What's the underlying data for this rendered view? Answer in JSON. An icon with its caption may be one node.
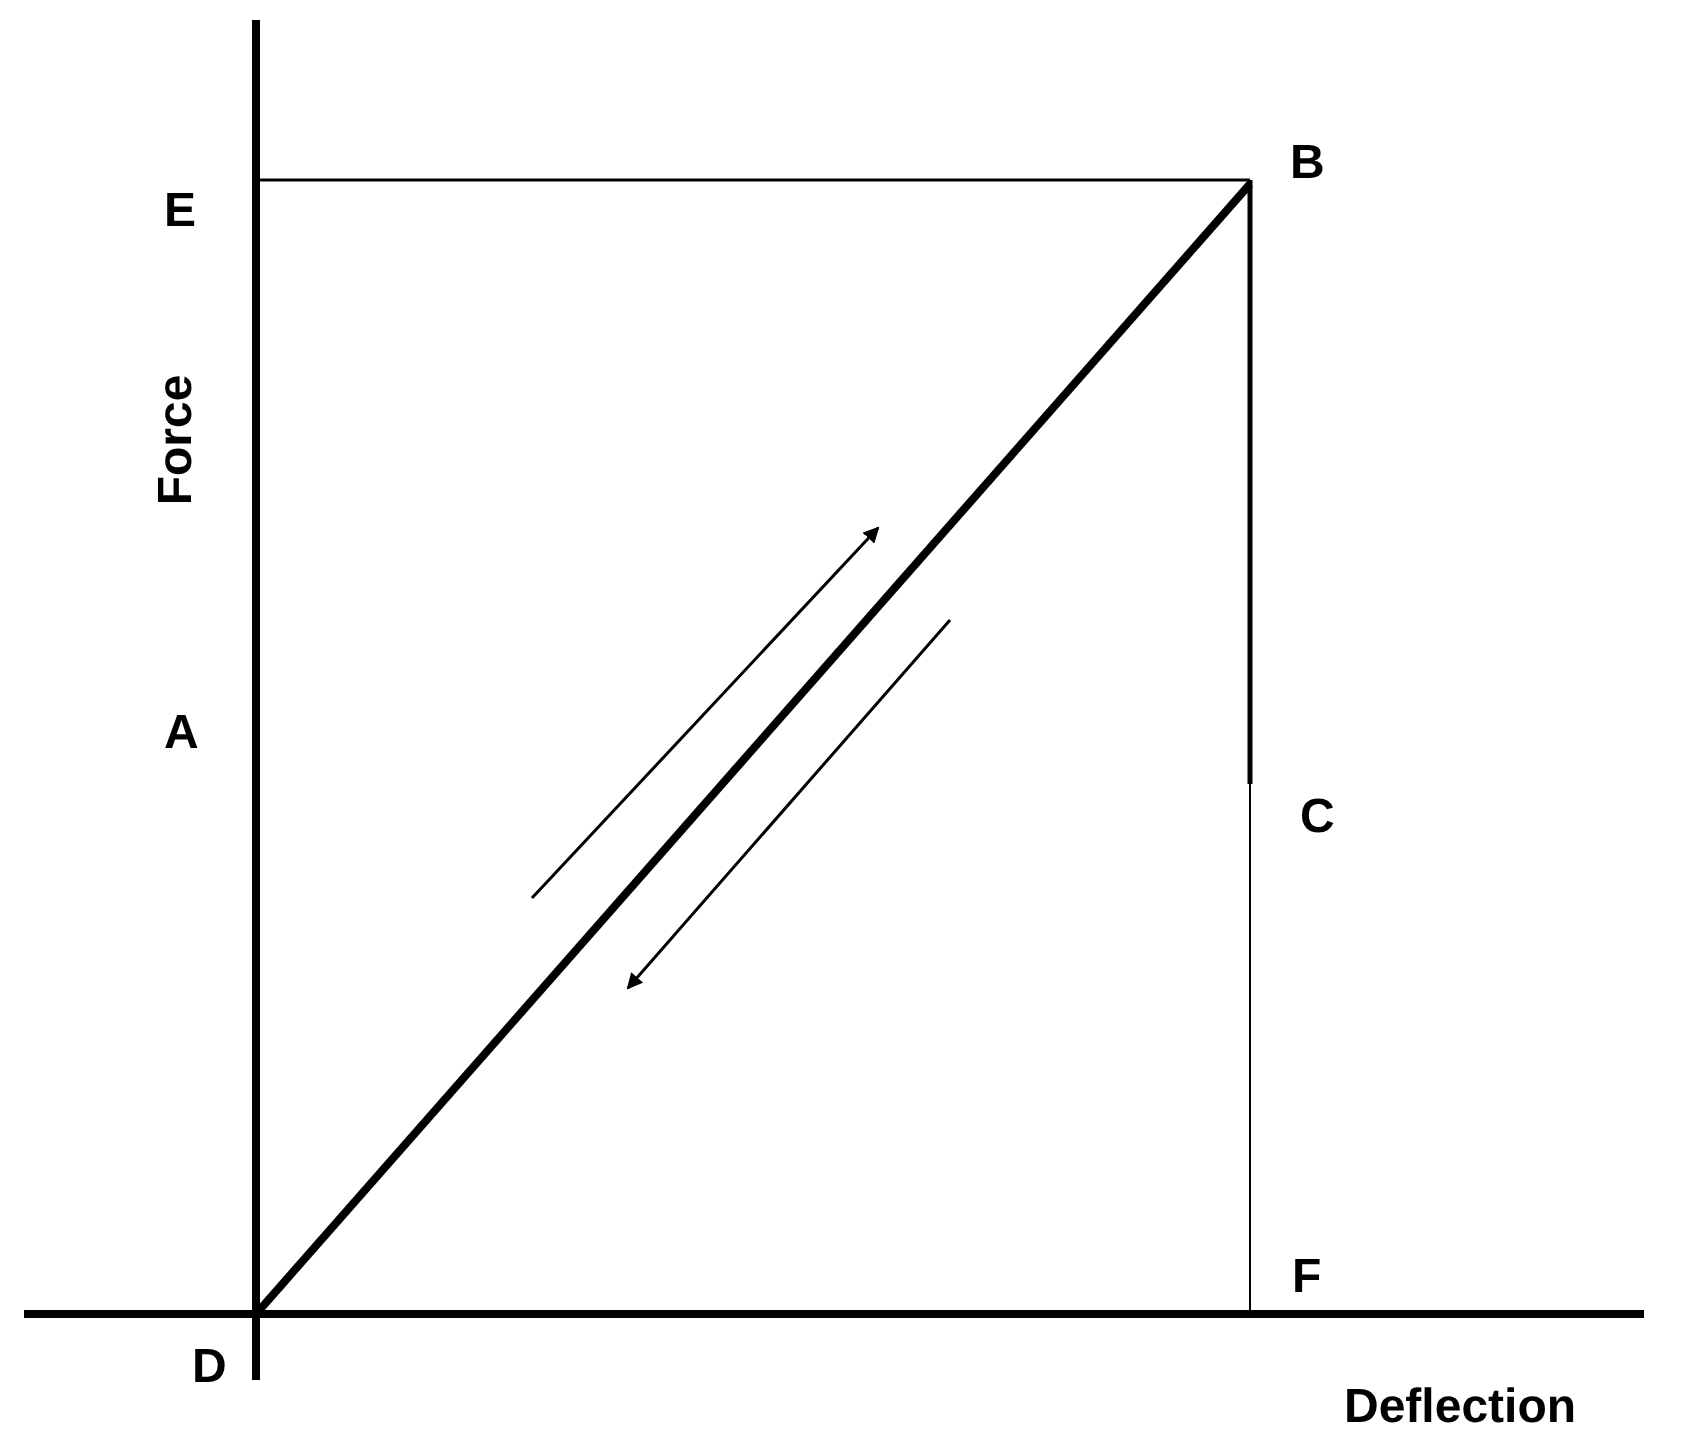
{
  "diagram": {
    "labels": [
      "E",
      "B",
      "Force",
      "A",
      "C",
      "F",
      "D",
      "Deflection"
    ]
  }
}
